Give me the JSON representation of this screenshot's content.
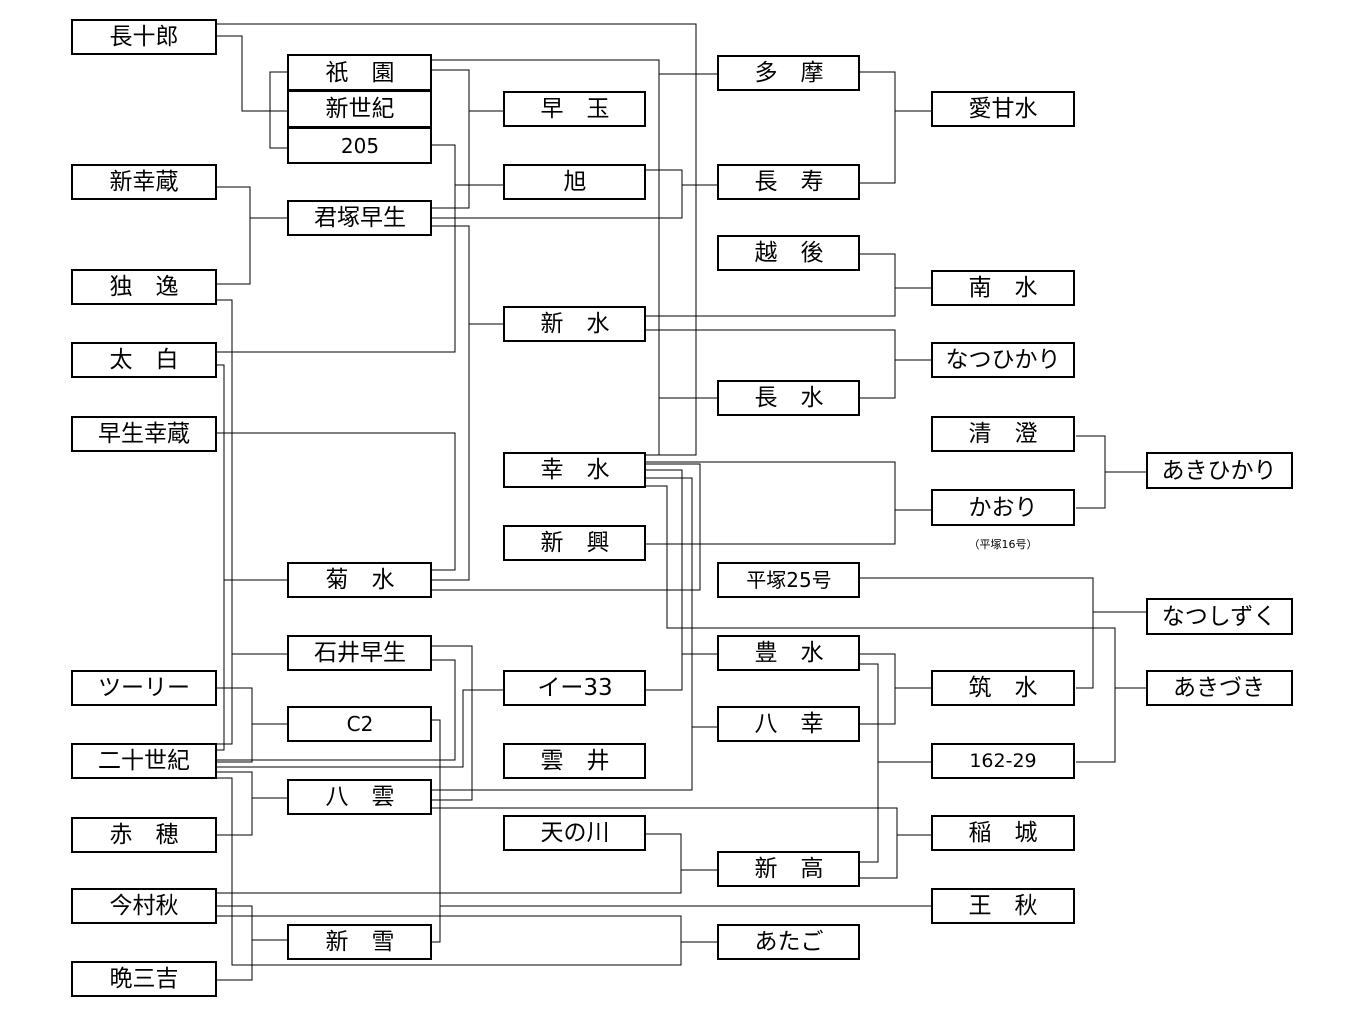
{
  "diagram": {
    "colors": {
      "line": "#000000",
      "box_border": "#000000",
      "background": "#ffffff"
    },
    "varieties": {
      "chojuro": "長十郎",
      "shinkozo": "新幸蔵",
      "dokuitsu": "独　逸",
      "taihaku": "太　白",
      "wasekozo": "早生幸蔵",
      "tsuri": "ツーリー",
      "nijisseiki": "二十世紀",
      "akaho": "赤　穂",
      "imamuraaki": "今村秋",
      "bansankichi": "晩三吉",
      "gion": "祇　園",
      "shinseiki": "新世紀",
      "n205": "205",
      "kimizukawase": "君塚早生",
      "kikusui": "菊　水",
      "ishiiwase": "石井早生",
      "c2": "C2",
      "yakumo": "八　雲",
      "shinsetsu": "新　雪",
      "wasetama": "早　玉",
      "asahi": "旭",
      "shinsui": "新　水",
      "kosui": "幸　水",
      "shinkou": "新　興",
      "i33": "イー33",
      "kumoi": "雲　井",
      "amanogawa": "天の川",
      "tama": "多　摩",
      "chouju": "長　寿",
      "echigo": "越　後",
      "chousui": "長　水",
      "hiratsuka25": "平塚25号",
      "hosui": "豊　水",
      "hakko": "八　幸",
      "shinko": "新　高",
      "atago": "あたご",
      "aikansui": "愛甘水",
      "nansui": "南　水",
      "natsuhikari": "なつひかり",
      "seicho": "清　澄",
      "kaori": "かおり",
      "chikusui": "筑　水",
      "n162_29": "162-29",
      "inagi": "稲　城",
      "oushu": "王　秋",
      "akihikari": "あきひかり",
      "natsushizuku": "なつしずく",
      "akizuki": "あきづき"
    },
    "note_kaori": "（平塚16号）"
  }
}
